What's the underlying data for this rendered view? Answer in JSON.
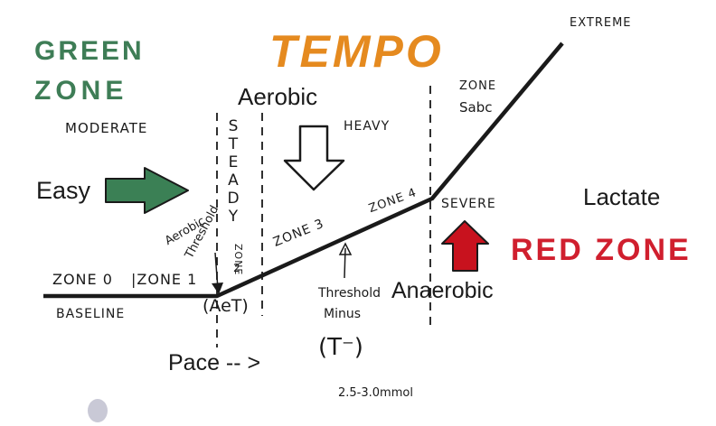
{
  "titles": {
    "tempo": "TEMPO",
    "green_zone_line1": "GREEN",
    "green_zone_line2": "ZONE",
    "red_zone": "RED ZONE"
  },
  "intensity_labels": {
    "moderate": "MODERATE",
    "heavy": "HEAVY",
    "severe": "SEVERE",
    "extreme": "EXTREME"
  },
  "zones": {
    "zone0": "ZONE 0",
    "zone1": "|ZONE 1",
    "zone2_line1": "ZONE",
    "zone2_line2": "2",
    "zone3": "ZONE 3",
    "zone4": "ZONE 4",
    "zone_sabc_line1": "ZONE",
    "zone_sabc_line2": "Sabc"
  },
  "steady_letters": "S\nT\nE\nA\nD\nY",
  "words": {
    "aerobic": "Aerobic",
    "anaerobic": "Anaerobic",
    "easy": "Easy",
    "lactate": "Lactate",
    "pace": "Pace -- >"
  },
  "annotations": {
    "aerobic_threshold_line1": "Aerobic",
    "aerobic_threshold_line2": "Threshold",
    "aet": "(AeT)",
    "baseline": "BASELINE",
    "threshold_minus_line1": "Threshold",
    "threshold_minus_line2": "Minus",
    "t_minus": "(T⁻)",
    "mmol": "2.5-3.0mmol"
  },
  "colors": {
    "green": "#3e7d56",
    "green_arrow": "#3b8055",
    "red": "#d01f2e",
    "red_arrow": "#c8121e",
    "orange": "#e58a1f",
    "ink": "#1a1a1a"
  },
  "icons": {
    "easy_arrow": "right-arrow-icon",
    "aerobic_arrow": "down-arrow-icon",
    "red_arrow": "up-arrow-icon",
    "threshold_pointer": "up-pointer-icon"
  }
}
